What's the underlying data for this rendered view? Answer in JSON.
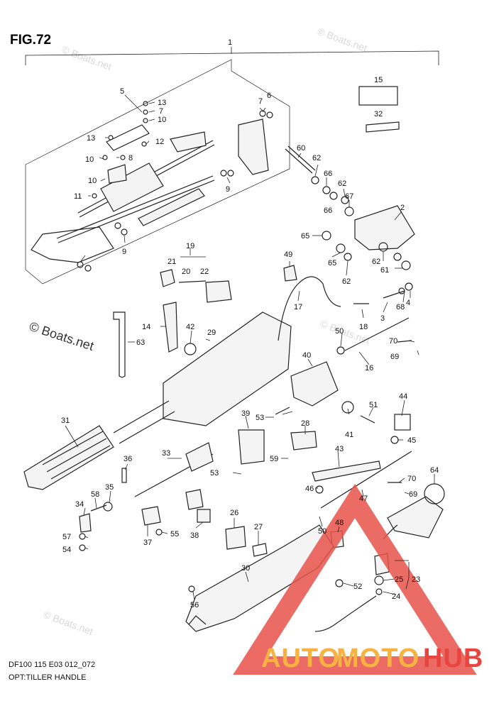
{
  "figure": {
    "title": "FIG.72"
  },
  "footer": {
    "code": "DF100 115 E03 012_072",
    "caption": "OPT:TILLER HANDLE"
  },
  "watermarks": {
    "copyright": "© Boats.net",
    "site": "© Boats.net"
  },
  "brand": {
    "left": "AUTO",
    "middle": "MOTO",
    "right": "HUB",
    "color_orange": "#f5a623",
    "color_red": "#e52521",
    "triangle_color": "#e8514a"
  },
  "callouts": [
    "1",
    "2",
    "3",
    "4",
    "5",
    "6",
    "7",
    "8",
    "9",
    "10",
    "11",
    "12",
    "13",
    "14",
    "15",
    "16",
    "17",
    "18",
    "19",
    "20",
    "21",
    "22",
    "23",
    "24",
    "25",
    "26",
    "27",
    "28",
    "29",
    "30",
    "31",
    "32",
    "33",
    "34",
    "35",
    "36",
    "37",
    "38",
    "39",
    "40",
    "41",
    "42",
    "43",
    "44",
    "45",
    "46",
    "47",
    "48",
    "49",
    "50",
    "51",
    "52",
    "53",
    "54",
    "55",
    "56",
    "57",
    "58",
    "59",
    "60",
    "61",
    "62",
    "63",
    "64",
    "65",
    "66",
    "67",
    "68",
    "69",
    "70"
  ],
  "labels": {
    "l1": "1",
    "l2": "2",
    "l3": "3",
    "l4": "4",
    "l5": "5",
    "l6": "6",
    "l7a": "7",
    "l7b": "7",
    "l8": "8",
    "l9a": "9",
    "l9b": "9",
    "l10a": "10",
    "l10b": "10",
    "l10c": "10",
    "l11": "11",
    "l12": "12",
    "l13a": "13",
    "l13b": "13",
    "l14": "14",
    "l15": "15",
    "l16": "16",
    "l17": "17",
    "l18": "18",
    "l19": "19",
    "l20": "20",
    "l21": "21",
    "l22": "22",
    "l23": "23",
    "l24": "24",
    "l25": "25",
    "l26": "26",
    "l27": "27",
    "l28": "28",
    "l29": "29",
    "l30": "30",
    "l31": "31",
    "l32": "32",
    "l33": "33",
    "l34": "34",
    "l35": "35",
    "l36": "36",
    "l37": "37",
    "l38": "38",
    "l39": "39",
    "l40": "40",
    "l41": "41",
    "l42": "42",
    "l43": "43",
    "l44": "44",
    "l45": "45",
    "l46": "46",
    "l47": "47",
    "l48": "48",
    "l49": "49",
    "l50a": "50",
    "l50b": "50",
    "l51": "51",
    "l52": "52",
    "l53a": "53",
    "l53b": "53",
    "l54": "54",
    "l55": "55",
    "l56": "56",
    "l57": "57",
    "l58": "58",
    "l59": "59",
    "l60": "60",
    "l61": "61",
    "l62a": "62",
    "l62b": "62",
    "l62c": "62",
    "l62d": "62",
    "l63": "63",
    "l64": "64",
    "l65a": "65",
    "l65b": "65",
    "l66a": "66",
    "l66b": "66",
    "l67": "67",
    "l68": "68",
    "l69a": "69",
    "l69b": "69",
    "l70a": "70",
    "l70b": "70"
  }
}
